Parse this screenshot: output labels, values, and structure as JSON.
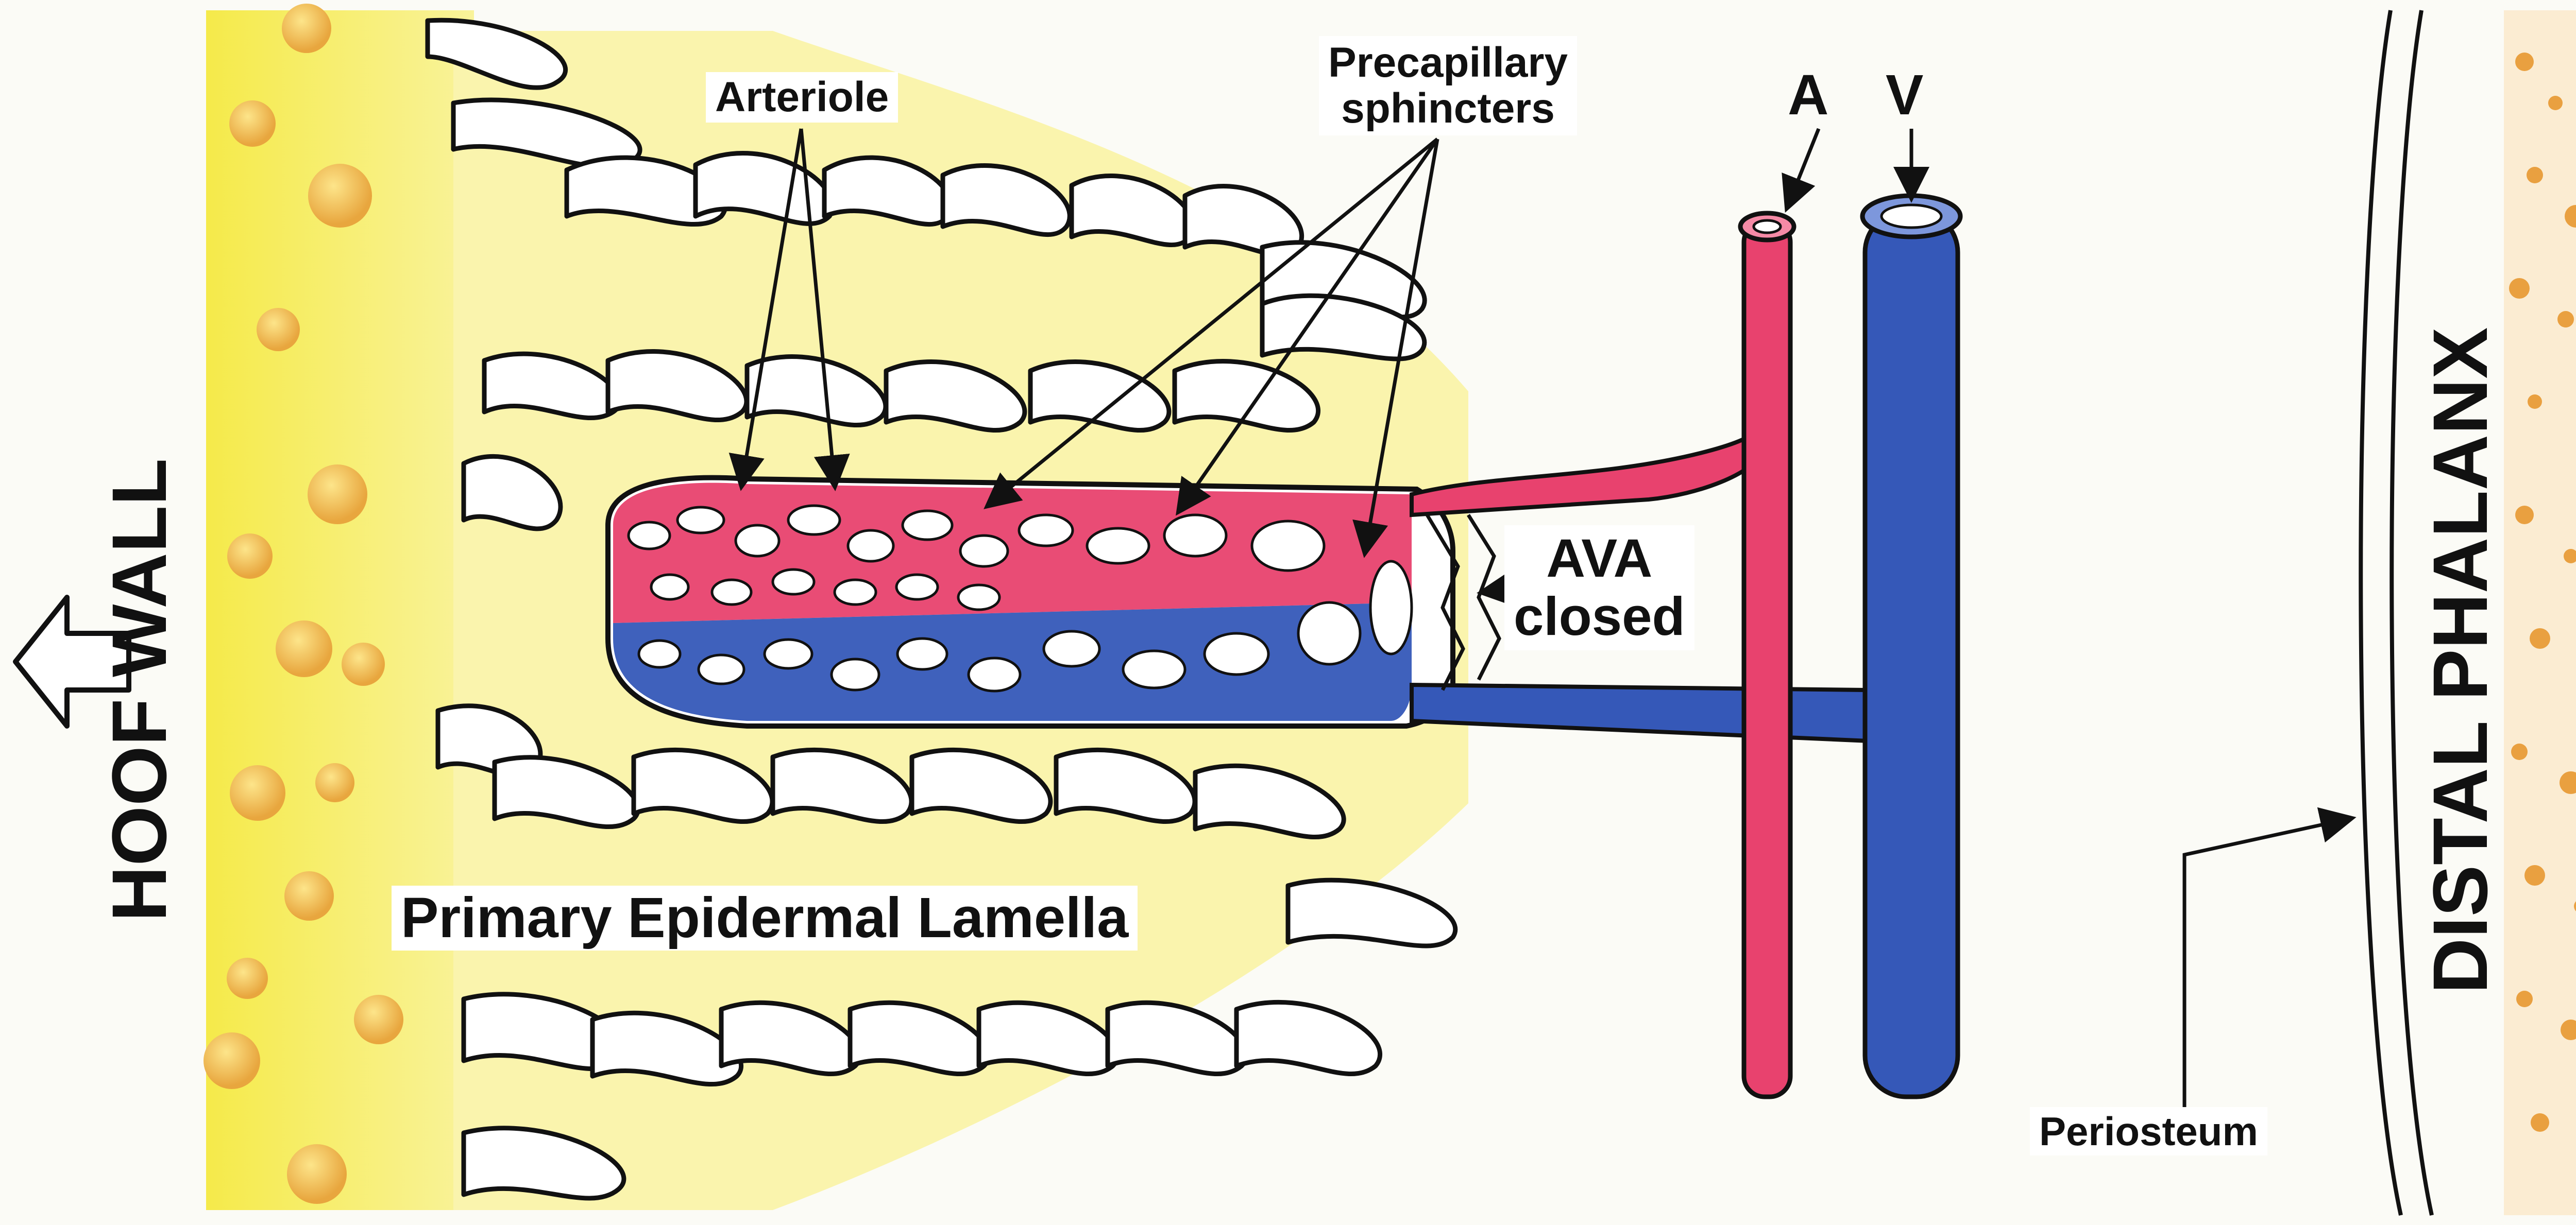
{
  "labels": {
    "hoof_wall": "HOOF WALL",
    "arteriole": "Arteriole",
    "precapillary": "Precapillary\nsphincters",
    "artery": "A",
    "vein": "V",
    "ava": "AVA\nclosed",
    "primary_lamella": "Primary Epidermal Lamella",
    "periosteum": "Periosteum",
    "distal_phalanx": "DISTAL PHALANX"
  },
  "colors": {
    "hoof_wall_yellow": "#f7ef5a",
    "lamella_pale_yellow": "#f9f3a6",
    "artery_red": "#e8426e",
    "vein_blue": "#3558b8",
    "bone_orange": "#e9a040",
    "ink": "#111111"
  }
}
